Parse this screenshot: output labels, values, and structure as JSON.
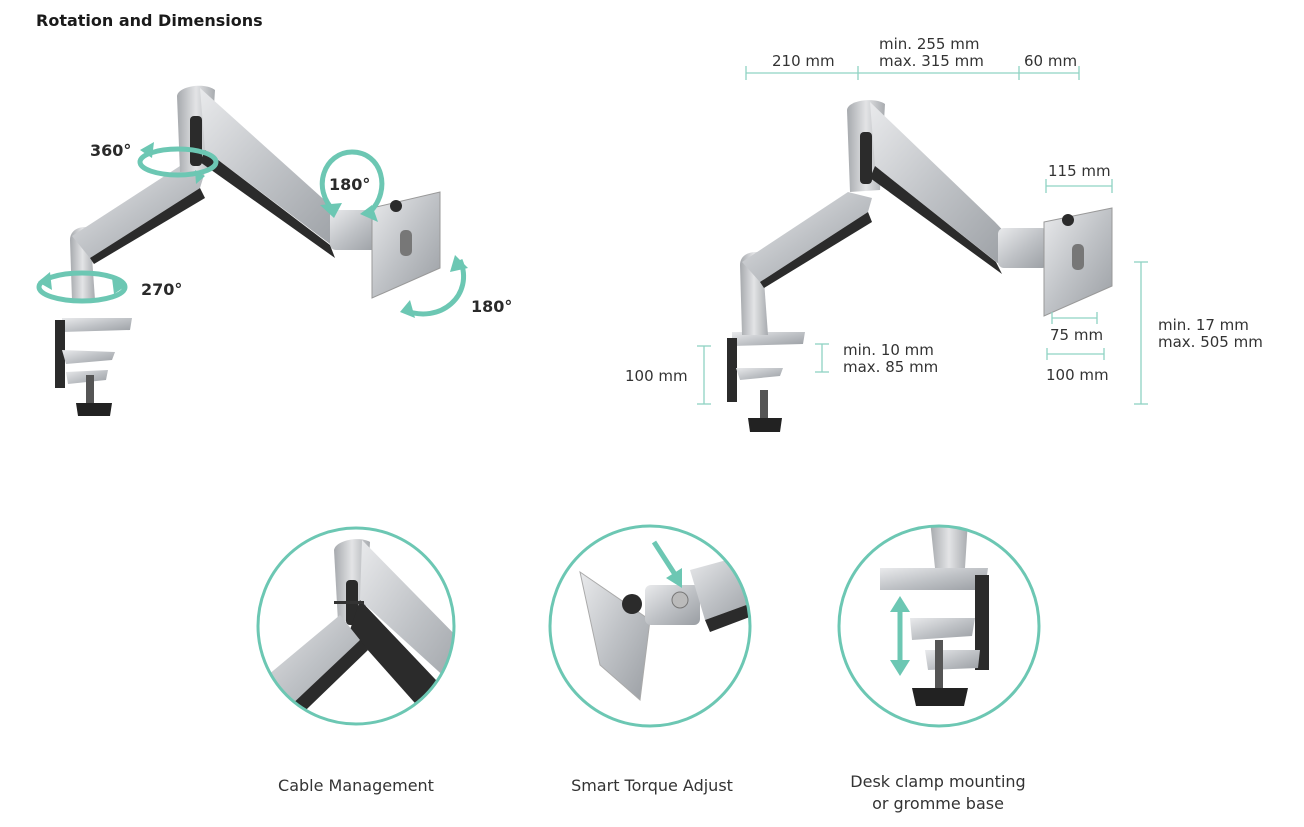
{
  "title": "Rotation and Dimensions",
  "rotation": {
    "swivel_arm": "360°",
    "swivel_base": "270°",
    "tilt": "180°",
    "rotate": "180°"
  },
  "dimensions": {
    "arm_inner": "210 mm",
    "arm_mid_min": "min. 255 mm",
    "arm_mid_max": "max. 315 mm",
    "arm_outer": "60 mm",
    "head_top": "115 mm",
    "vesa_75": "75 mm",
    "vesa_100": "100 mm",
    "clamp_height": "100 mm",
    "desk_min": "min. 10 mm",
    "desk_max": "max. 85 mm",
    "height_min": "min. 17 mm",
    "height_max": "max. 505 mm"
  },
  "features": [
    {
      "label": "Cable Management"
    },
    {
      "label": "Smart Torque Adjust"
    },
    {
      "label_line1": "Desk clamp mounting",
      "label_line2": "or gromme base"
    }
  ],
  "colors": {
    "accent": "#6cc7b3",
    "dim_line": "#8fd3c4",
    "metal": "#c4c7cb",
    "dark": "#2b2b2b"
  }
}
